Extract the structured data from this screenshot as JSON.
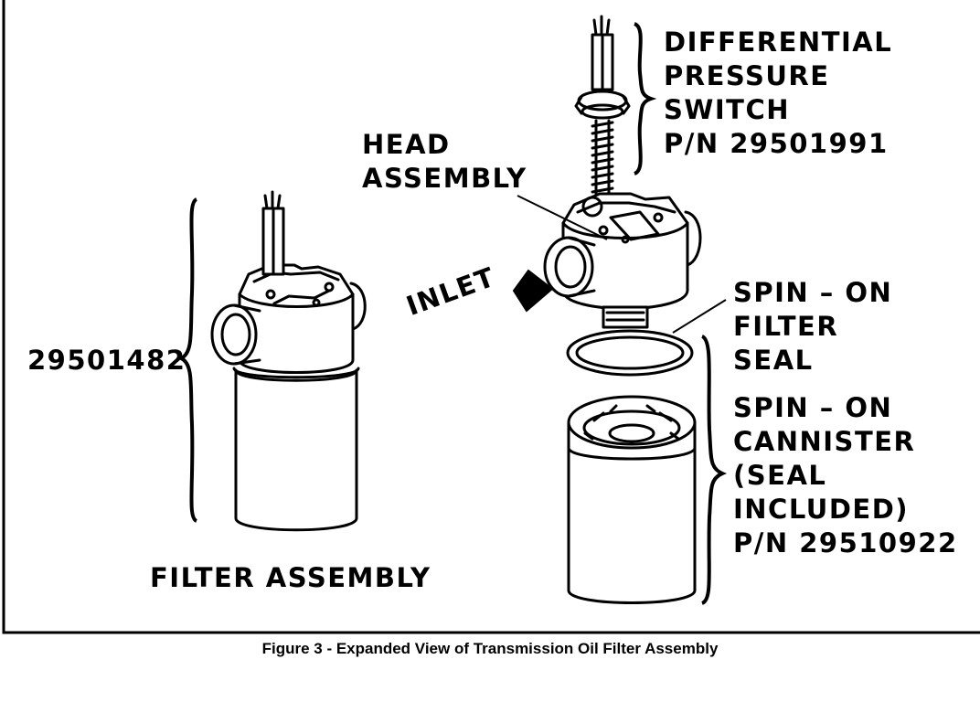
{
  "figure": {
    "caption": "Figure 3 - Expanded View of Transmission Oil Filter Assembly"
  },
  "labels": {
    "differential_pressure_switch": [
      "DIFFERENTIAL",
      "PRESSURE",
      "SWITCH",
      "P/N 29501991"
    ],
    "head_assembly": [
      "HEAD",
      "ASSEMBLY"
    ],
    "inlet": "INLET",
    "spin_on_filter_seal": [
      "SPIN – ON",
      "FILTER",
      "SEAL"
    ],
    "spin_on_cannister": [
      "SPIN – ON",
      "CANNISTER",
      "(SEAL",
      "INCLUDED)",
      "P/N 29510922"
    ],
    "filter_assembly_part_number": "29501482",
    "filter_assembly": "FILTER ASSEMBLY"
  },
  "icons": {
    "filter_assembly": "assembled-oil-filter-icon",
    "pressure_switch": "pressure-switch-icon",
    "head_assembly": "head-assembly-icon",
    "seal": "seal-ring-icon",
    "cannister": "spin-on-cannister-icon",
    "inlet_arrow": "arrow-right-icon"
  },
  "colors": {
    "ink": "#000000",
    "paper": "#ffffff"
  }
}
